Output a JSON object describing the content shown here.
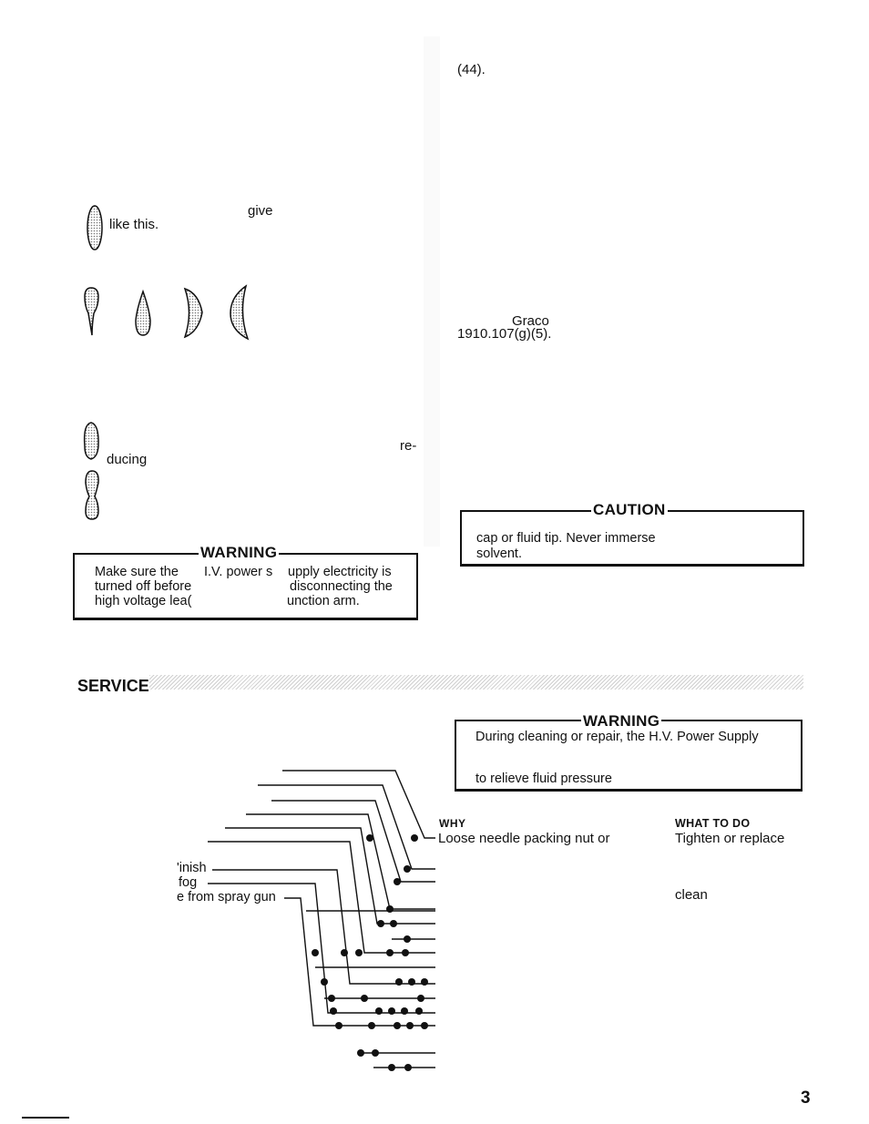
{
  "top_ref": "(44).",
  "pattern": {
    "give": "give",
    "like_this": "like this."
  },
  "reducing": {
    "re": "re-",
    "ducing": "ducing"
  },
  "graco": {
    "name": "Graco",
    "code": "1910.107(g)(5)."
  },
  "caution": {
    "title": "CAUTION",
    "line1": "cap or fluid tip. Never immerse",
    "line2": "solvent."
  },
  "warning1": {
    "title": "WARNING",
    "col1": [
      "Make sure the",
      "turned off before",
      "high voltage lea("
    ],
    "col2": [
      "I.V. power s",
      "",
      ""
    ],
    "col3": [
      "upply electricity is",
      "disconnecting the",
      "unction arm."
    ]
  },
  "service": {
    "title": "SERVICE"
  },
  "warning2": {
    "title": "WARNING",
    "line1": "During cleaning or repair, the H.V. Power Supply",
    "line3": "to relieve fluid pressure"
  },
  "troubleshoot": {
    "why_header": "WHY",
    "what_header": "WHAT TO DO",
    "why_row1": "Loose needle packing nut or",
    "what_row1": "Tighten or replace",
    "what_clean": "clean",
    "left_labels": [
      "'inish",
      "fog",
      "e from spray gun"
    ]
  },
  "page_number": "3"
}
